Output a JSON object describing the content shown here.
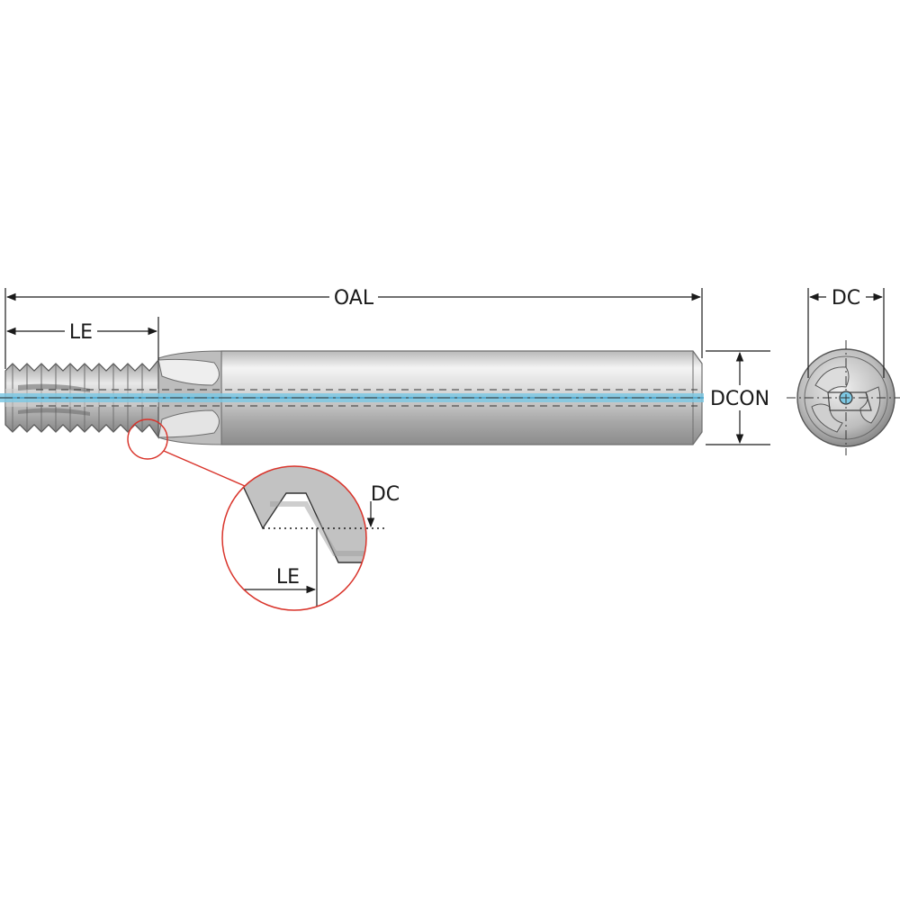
{
  "labels": {
    "overall_length": "OAL",
    "length_effective": "LE",
    "shank_diameter": "DCON",
    "cutting_diameter": "DC",
    "detail_cutting_diameter": "DC",
    "detail_length_effective": "LE"
  },
  "colors": {
    "coolant_line": "#7ec8e3",
    "detail_circle": "#d9342b",
    "body_light": "#f2f2f2",
    "body_dark": "#9a9a9a"
  }
}
